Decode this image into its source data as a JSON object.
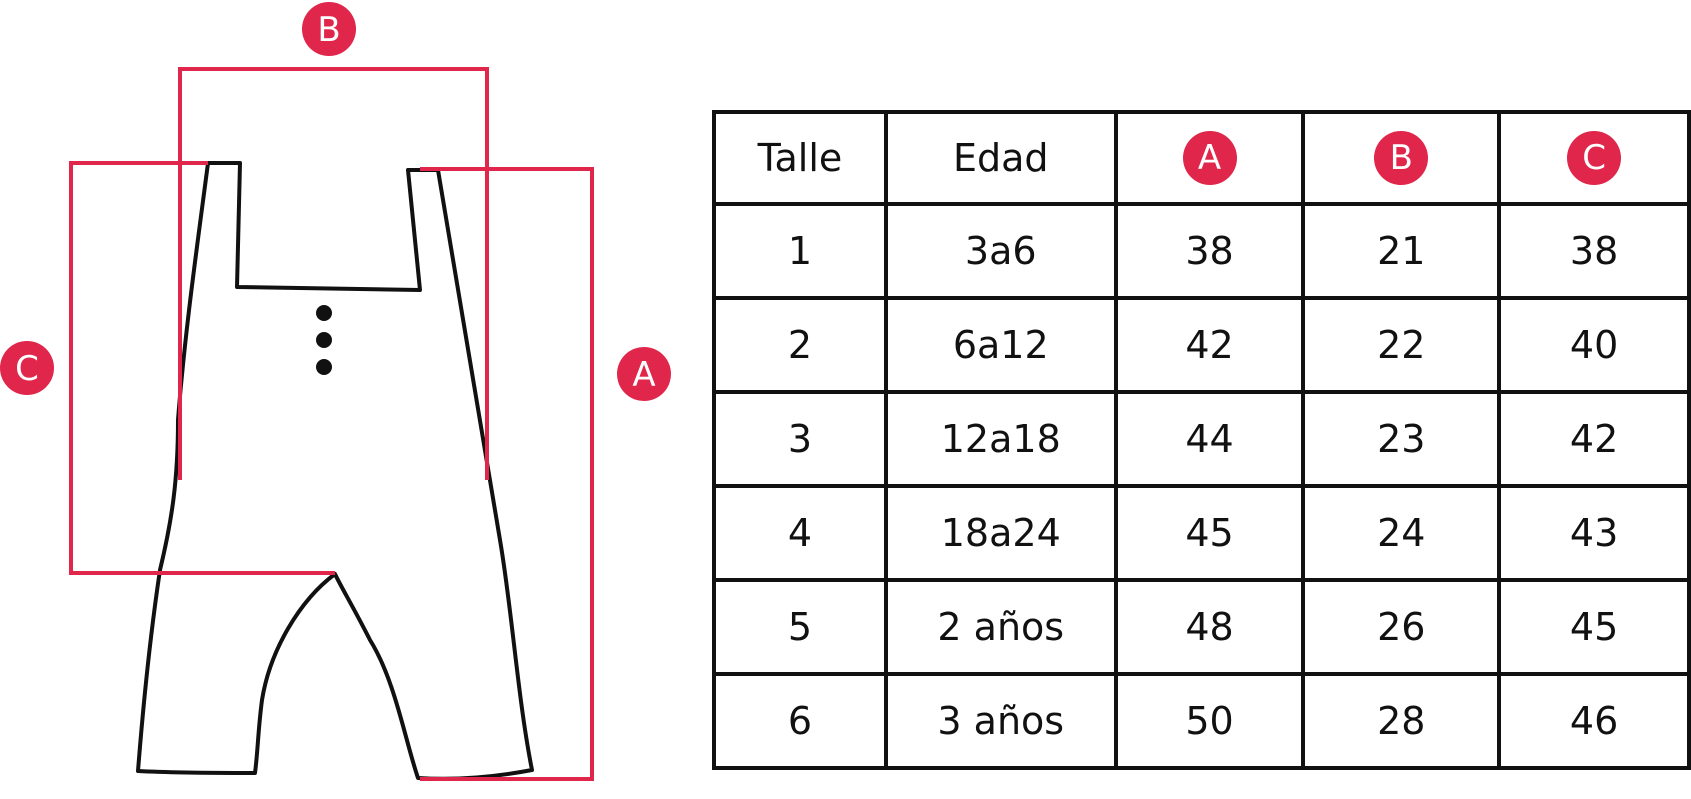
{
  "colors": {
    "accent": "#e0264a",
    "ink": "#111111"
  },
  "diagram": {
    "label_a": "A",
    "label_b": "B",
    "label_c": "C"
  },
  "table": {
    "headers": {
      "talle": "Talle",
      "edad": "Edad",
      "a": "A",
      "b": "B",
      "c": "C"
    },
    "rows": [
      {
        "talle": "1",
        "edad": "3a6",
        "a": "38",
        "b": "21",
        "c": "38"
      },
      {
        "talle": "2",
        "edad": "6a12",
        "a": "42",
        "b": "22",
        "c": "40"
      },
      {
        "talle": "3",
        "edad": "12a18",
        "a": "44",
        "b": "23",
        "c": "42"
      },
      {
        "talle": "4",
        "edad": "18a24",
        "a": "45",
        "b": "24",
        "c": "43"
      },
      {
        "talle": "5",
        "edad": "2 años",
        "a": "48",
        "b": "26",
        "c": "45"
      },
      {
        "talle": "6",
        "edad": "3 años",
        "a": "50",
        "b": "28",
        "c": "46"
      }
    ]
  }
}
